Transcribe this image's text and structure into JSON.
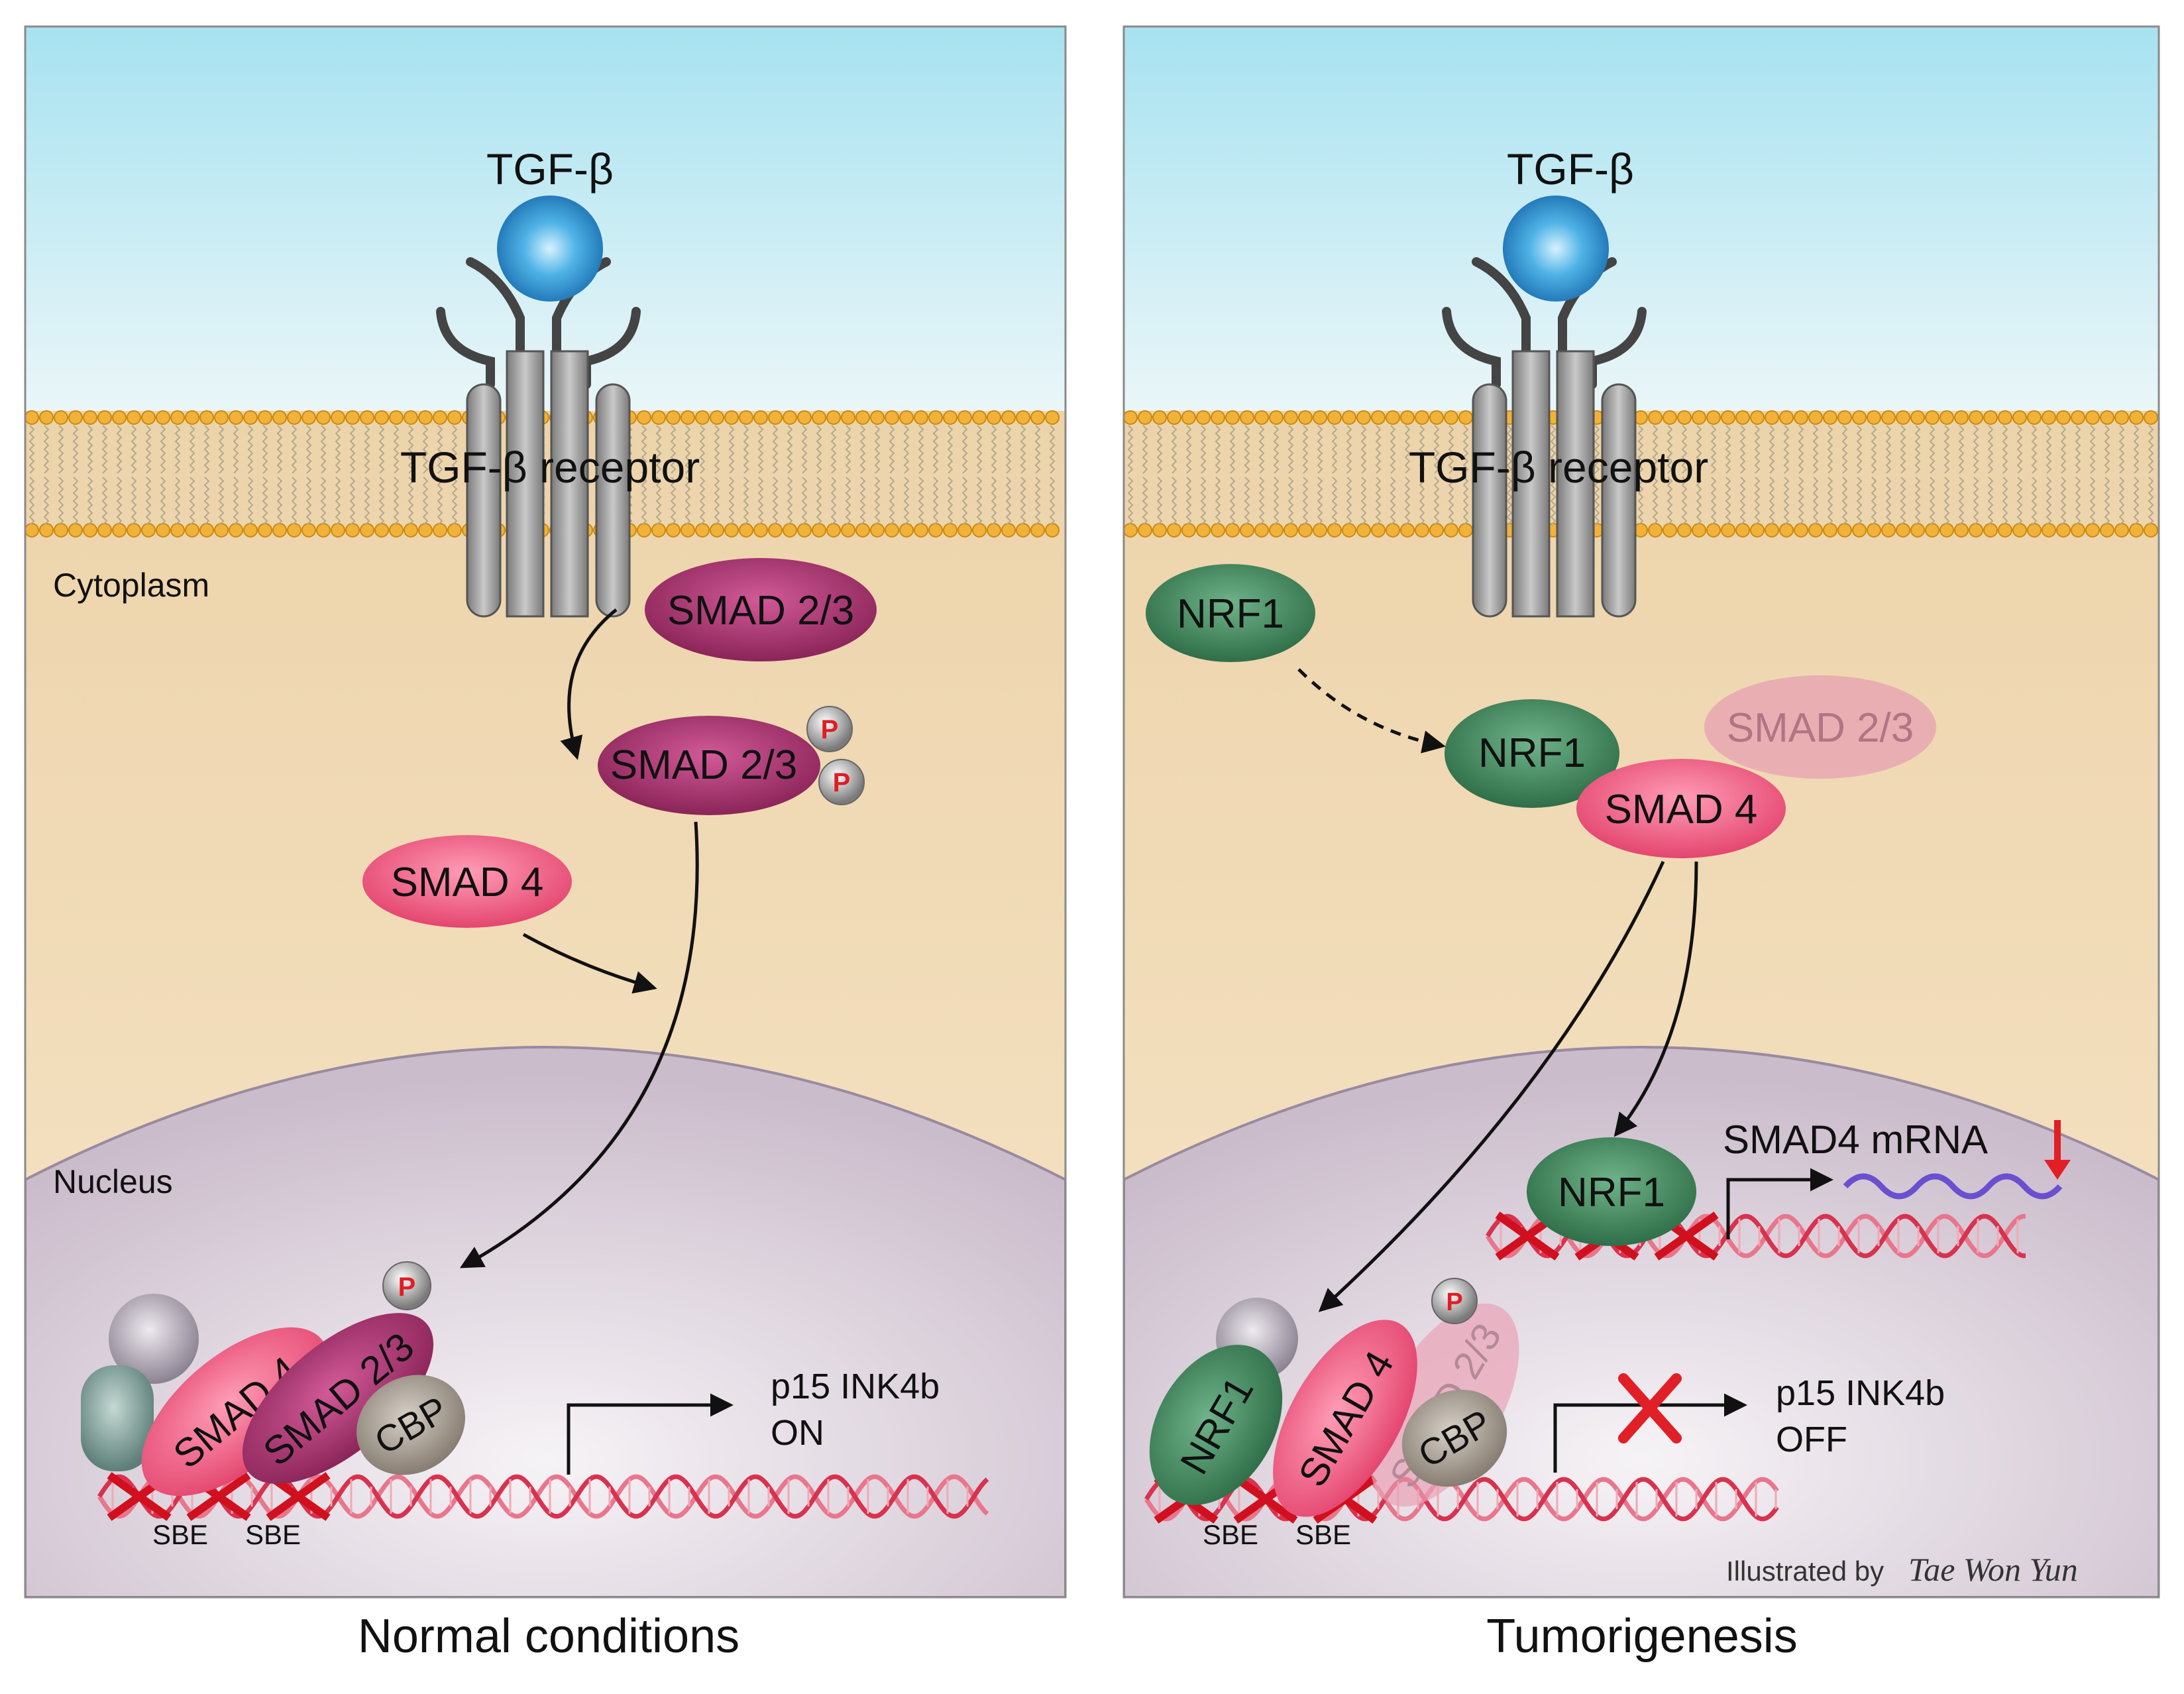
{
  "panels": [
    {
      "caption": "Normal conditions",
      "ligand": "TGF-β",
      "receptor": "TGF-β receptor",
      "cytoplasm": "Cytoplasm",
      "nucleus": "Nucleus",
      "smad23": "SMAD 2/3",
      "smad23_p": "SMAD 2/3",
      "smad4": "SMAD 4",
      "complex_smad4": "SMAD 4",
      "complex_smad23": "SMAD 2/3",
      "cbp": "CBP",
      "phospho": "P",
      "sbe1": "SBE",
      "sbe2": "SBE",
      "gene": "p15 INK4b",
      "state": "ON"
    },
    {
      "caption": "Tumorigenesis",
      "ligand": "TGF-β",
      "receptor": "TGF-β receptor",
      "nrf1_cyto": "NRF1",
      "nrf1_bound": "NRF1",
      "smad4": "SMAD 4",
      "smad23_faded": "SMAD 2/3",
      "nrf1_nucleus": "NRF1",
      "mrna": "SMAD4 mRNA",
      "complex_nrf1": "NRF1",
      "complex_smad4": "SMAD 4",
      "complex_smad23": "SMAD 2/3",
      "cbp": "CBP",
      "phospho": "P",
      "sbe1": "SBE",
      "sbe2": "SBE",
      "gene": "p15 INK4b",
      "state": "OFF",
      "credit_prefix": "Illustrated by",
      "credit_name": "Tae Won Yun"
    }
  ],
  "colors": {
    "extracellular": "#bfe8f2",
    "cytoplasm": "#f3dcb6",
    "nucleus": "#ddd2de",
    "membrane_head": "#f2b23a",
    "smad23": "#a8336f",
    "smad4": "#ef5a83",
    "nrf1": "#3f8a5d",
    "cbp": "#9b9186",
    "ligand": "#2a8fcf",
    "inhibit": "#e11f26"
  }
}
